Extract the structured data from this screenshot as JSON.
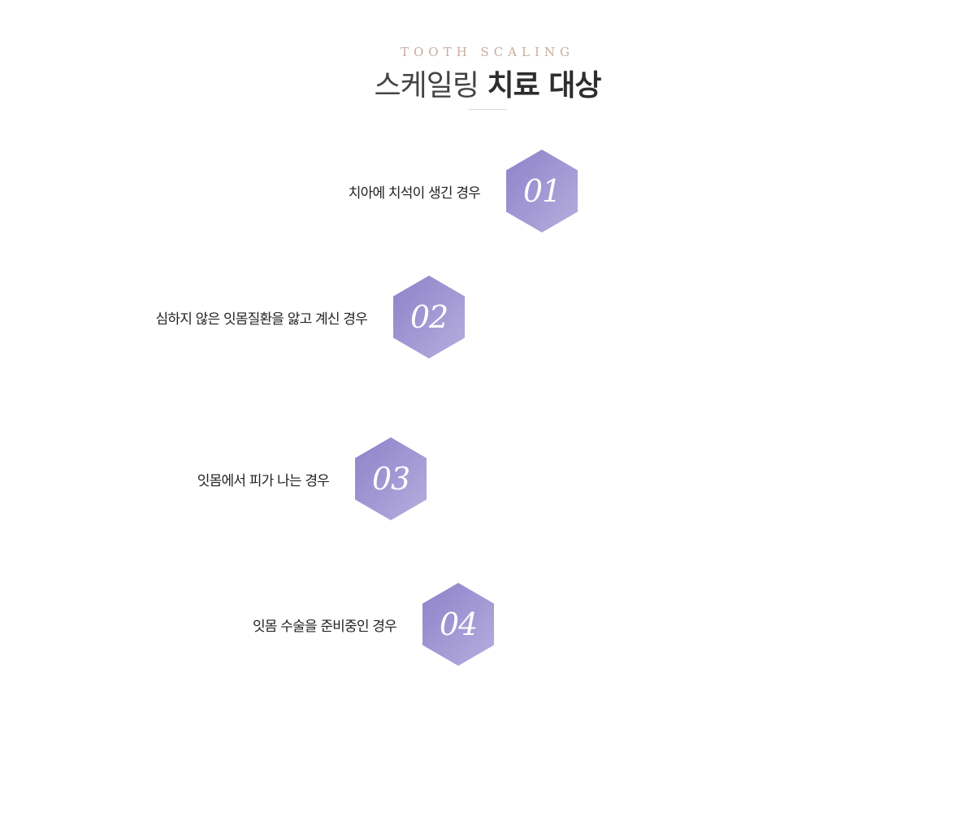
{
  "header": {
    "eyebrow": "TOOTH SCALING",
    "title_light": "스케일링",
    "title_bold": "치료 대상"
  },
  "colors": {
    "hex_start": "#8d82c9",
    "hex_end": "#b6aede",
    "eyebrow": "#c8ad9e"
  },
  "items": [
    {
      "number": "01",
      "label": "치아에 치석이 생긴 경우"
    },
    {
      "number": "02",
      "label": "심하지 않은 잇몸질환을 앓고 계신 경우"
    },
    {
      "number": "03",
      "label": "잇몸에서 피가 나는 경우"
    },
    {
      "number": "04",
      "label": "잇몸 수술을 준비중인 경우"
    }
  ]
}
